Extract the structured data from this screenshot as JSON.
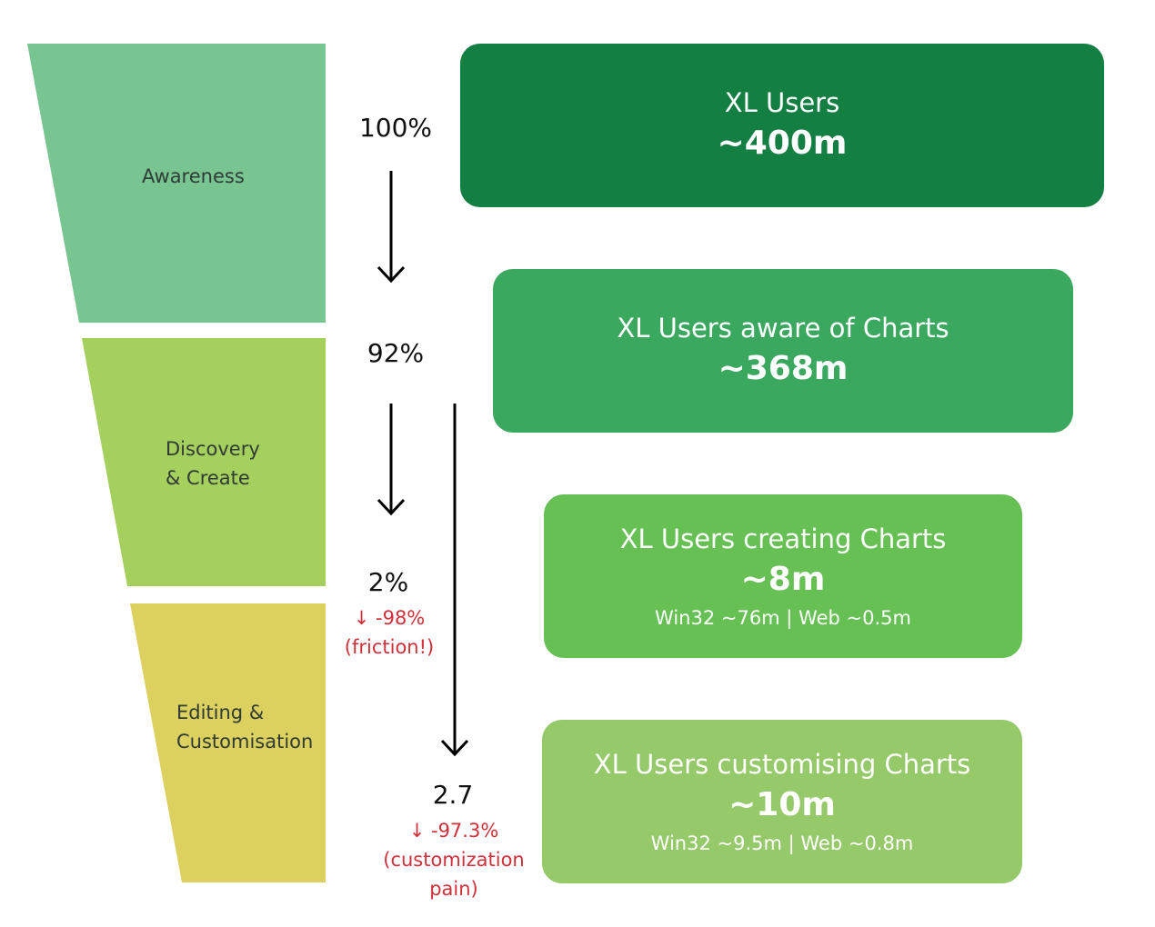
{
  "stages": [
    {
      "label": "Awareness",
      "color": "#78c591"
    },
    {
      "label": "Discovery\n& Create",
      "color": "#a5d05e"
    },
    {
      "label": "Editing &\nCustomisation",
      "color": "#dcd05e"
    }
  ],
  "percentages": {
    "awareness": "100%",
    "discovery": "92%",
    "creating": "2%",
    "customising": "2.7"
  },
  "drops": {
    "creating": "↓ -98%\n(friction!)",
    "customising": "↓ -97.3%\n(customization\npain)"
  },
  "boxes": [
    {
      "title": "XL Users",
      "value": "~400m",
      "sub": "",
      "color": "#137f42"
    },
    {
      "title": "XL Users aware of Charts",
      "value": "~368m",
      "sub": "",
      "color": "#3aa85f"
    },
    {
      "title": "XL Users creating Charts",
      "value": "~8m",
      "sub": "Win32 ~76m | Web ~0.5m",
      "color": "#66c054"
    },
    {
      "title": "XL Users customising Charts",
      "value": "~10m",
      "sub": "Win32 ~9.5m | Web ~0.8m",
      "color": "#95c96a"
    }
  ]
}
